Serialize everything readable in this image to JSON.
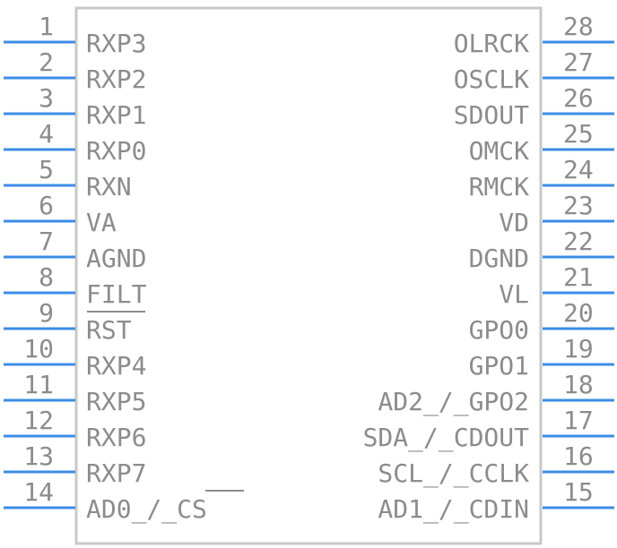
{
  "component": {
    "body_color": "#c8c8c8",
    "pin_color": "#3c8ce6",
    "text_color": "#8c8c8c",
    "left_pins": [
      {
        "number": "1",
        "name": "RXP3",
        "overbar": false
      },
      {
        "number": "2",
        "name": "RXP2",
        "overbar": false
      },
      {
        "number": "3",
        "name": "RXP1",
        "overbar": false
      },
      {
        "number": "4",
        "name": "RXP0",
        "overbar": false
      },
      {
        "number": "5",
        "name": "RXN",
        "overbar": false
      },
      {
        "number": "6",
        "name": "VA",
        "overbar": false
      },
      {
        "number": "7",
        "name": "AGND",
        "overbar": false
      },
      {
        "number": "8",
        "name": "FILT",
        "overbar": false
      },
      {
        "number": "9",
        "name": "RST",
        "overbar": true
      },
      {
        "number": "10",
        "name": "RXP4",
        "overbar": false
      },
      {
        "number": "11",
        "name": "RXP5",
        "overbar": false
      },
      {
        "number": "12",
        "name": "RXP6",
        "overbar": false
      },
      {
        "number": "13",
        "name": "RXP7",
        "overbar": false
      },
      {
        "number": "14",
        "name": "AD0_/_CS",
        "overbar": false
      }
    ],
    "right_pins": [
      {
        "number": "28",
        "name": "OLRCK"
      },
      {
        "number": "27",
        "name": "OSCLK"
      },
      {
        "number": "26",
        "name": "SDOUT"
      },
      {
        "number": "25",
        "name": "OMCK"
      },
      {
        "number": "24",
        "name": "RMCK"
      },
      {
        "number": "23",
        "name": "VD"
      },
      {
        "number": "22",
        "name": "DGND"
      },
      {
        "number": "21",
        "name": "VL"
      },
      {
        "number": "20",
        "name": "GPO0"
      },
      {
        "number": "19",
        "name": "GPO1"
      },
      {
        "number": "18",
        "name": "AD2_/_GPO2"
      },
      {
        "number": "17",
        "name": "SDA_/_CDOUT"
      },
      {
        "number": "16",
        "name": "SCL_/_CCLK"
      },
      {
        "number": "15",
        "name": "AD1_/_CDIN"
      }
    ]
  }
}
